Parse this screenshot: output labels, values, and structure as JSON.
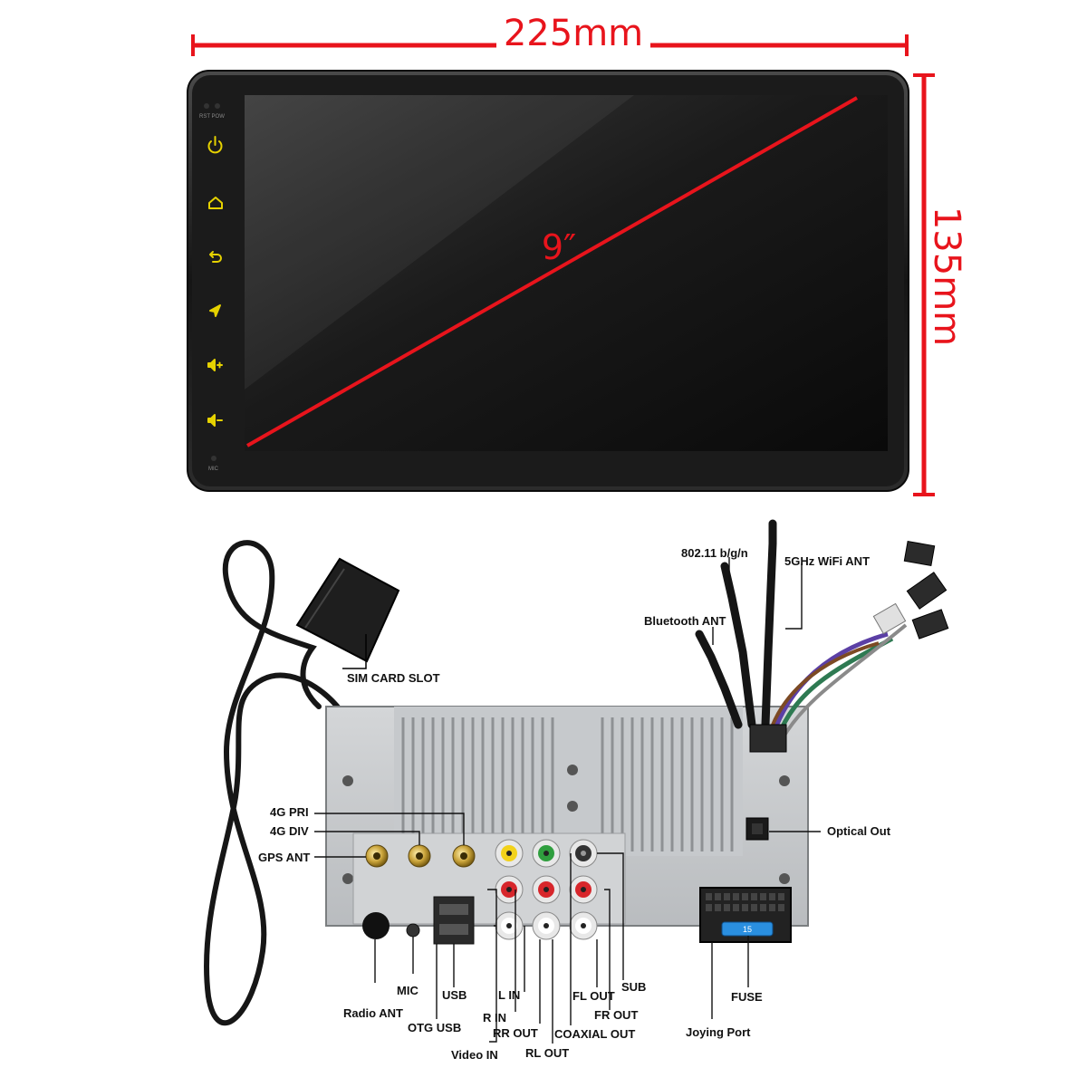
{
  "dimensions": {
    "width": "225mm",
    "height": "135mm",
    "diagonal": "9″"
  },
  "front_panel": {
    "indicator_labels": "RST POW",
    "mic_label": "MIC",
    "buttons": [
      {
        "icon": "power-icon"
      },
      {
        "icon": "home-icon"
      },
      {
        "icon": "back-icon"
      },
      {
        "icon": "navigation-icon"
      },
      {
        "icon": "volume-up-icon"
      },
      {
        "icon": "volume-down-icon"
      }
    ]
  },
  "callouts": {
    "sim_card_slot": "SIM CARD SLOT",
    "wifi_bgn": "802.11 b/g/n",
    "wifi_5ghz": "5GHz WiFi ANT",
    "bluetooth_ant": "Bluetooth ANT",
    "optical_out": "Optical Out",
    "fourg_pri": "4G PRI",
    "fourg_div": "4G DIV",
    "gps_ant": "GPS ANT",
    "mic": "MIC",
    "radio_ant": "Radio ANT",
    "usb": "USB",
    "otg_usb": "OTG USB",
    "video_in": "Video IN",
    "l_in": "L IN",
    "r_in": "R IN",
    "rr_out": "RR OUT",
    "rl_out": "RL OUT",
    "fl_out": "FL OUT",
    "fr_out": "FR OUT",
    "coaxial_out": "COAXIAL OUT",
    "sub": "SUB",
    "fuse": "FUSE",
    "joying_port": "Joying Port"
  },
  "colors": {
    "dimension": "#e8141c",
    "button_icon": "#e6d200",
    "rca_yellow": "#f2d21b",
    "rca_green": "#2f9e3e",
    "rca_red": "#d7262b",
    "fuse_blue": "#2a8fe0"
  }
}
